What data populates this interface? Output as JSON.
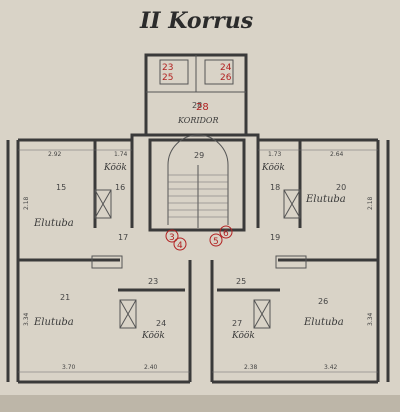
{
  "title": "II Korrus",
  "colors": {
    "paper": "#d9d3c7",
    "ink": "#3a3a3a",
    "red_ink": "#b22222"
  },
  "rooms": {
    "elutuba": "Elutuba",
    "kook": "Köök",
    "koridor": "KORIDOR"
  },
  "room_numbers": {
    "r15": "15",
    "r16": "16",
    "r17": "17",
    "r18": "18",
    "r19": "19",
    "r20": "20",
    "r21": "21",
    "r23": "23",
    "r24": "24",
    "r25": "25",
    "r26": "26",
    "r27": "27",
    "r28": "28",
    "r29": "29"
  },
  "red_notes": {
    "top_left_a": "23",
    "top_left_b": "25",
    "top_right_a": "24",
    "top_right_b": "26",
    "circle_3": "3",
    "circle_4": "4",
    "circle_5": "5",
    "circle_6": "6",
    "stair_28": "28"
  },
  "dimensions": {
    "top_left": "2.92",
    "top_mid_left": "1.74",
    "top_mid_right": "1.73",
    "top_right": "2.64",
    "bottom_left": "3.70",
    "bottom_mid_left": "2.40",
    "bottom_mid_right": "2.38",
    "bottom_right": "3.42",
    "left_side_upper": "2.18",
    "left_side_lower": "3.34",
    "right_side_upper": "2.18",
    "right_side_lower": "3.34"
  }
}
